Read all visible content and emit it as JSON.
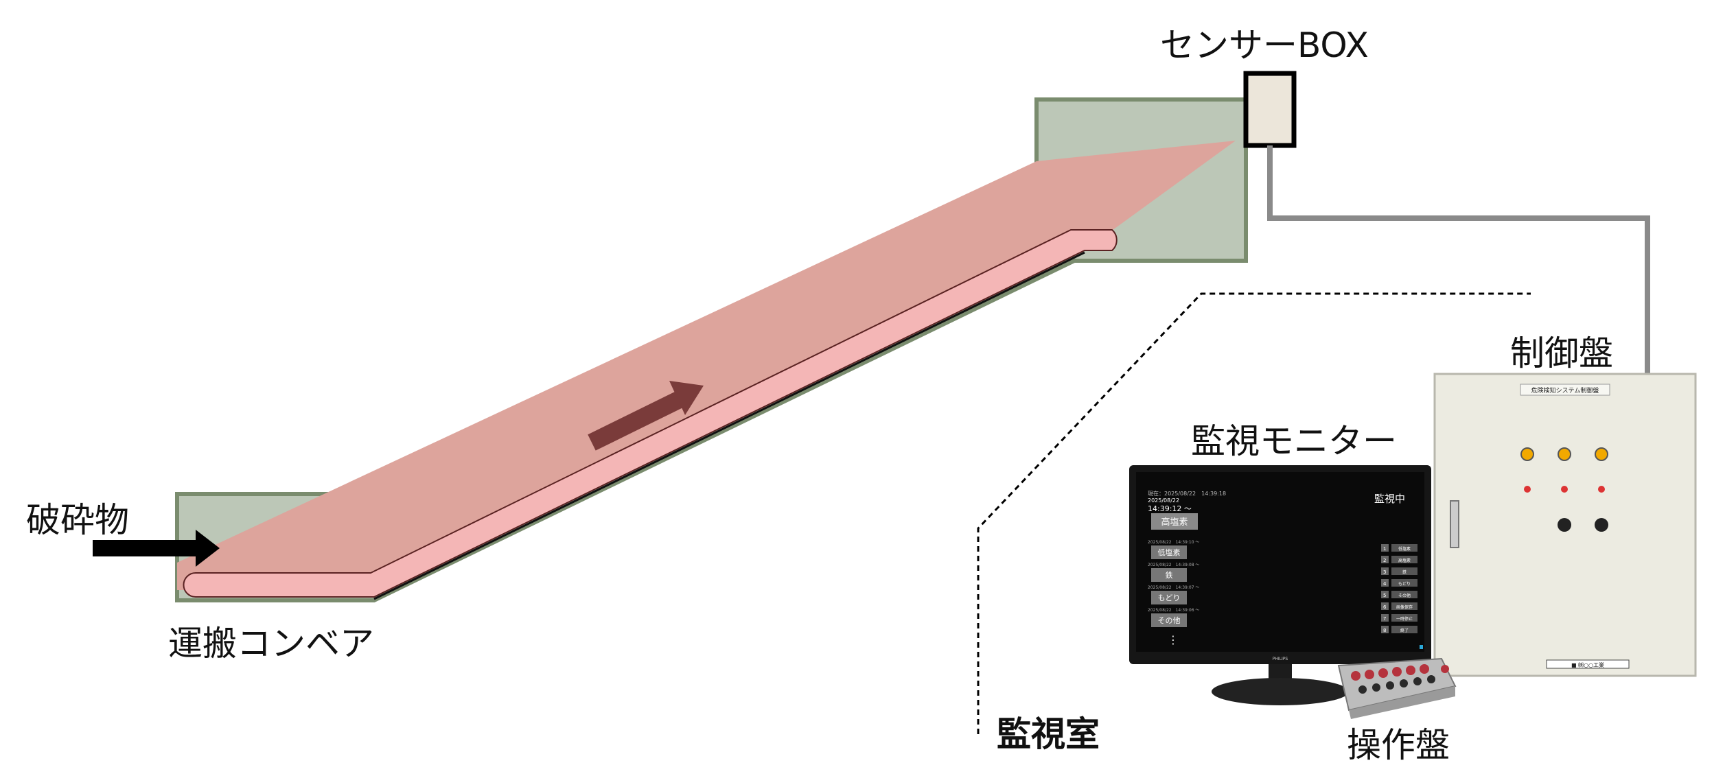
{
  "labels": {
    "sensor_box": "センサーBOX",
    "debris": "破砕物",
    "conveyor": "運搬コンベア",
    "control_panel": "制御盤",
    "monitor": "監視モニター",
    "monitor_room": "監視室",
    "operation_panel": "操作盤"
  },
  "monitor_screen": {
    "status": "監視中",
    "current_label": "現在：2025/08/22　14:39:18",
    "date": "2025/08/22",
    "time": "14:39:12 ～",
    "active_item": "高塩素",
    "history": [
      {
        "time": "2025/08/22　14:39:10 ～",
        "item": "低塩素"
      },
      {
        "time": "2025/08/22　14:39:08 ～",
        "item": "鉄"
      },
      {
        "time": "2025/08/22　14:39:07 ～",
        "item": "もどり"
      },
      {
        "time": "2025/08/22　14:39:06 ～",
        "item": "その他"
      }
    ],
    "more": "⋮",
    "menu": [
      {
        "no": "1",
        "label": "低塩素"
      },
      {
        "no": "2",
        "label": "高塩素"
      },
      {
        "no": "3",
        "label": "鉄"
      },
      {
        "no": "4",
        "label": "もどり"
      },
      {
        "no": "5",
        "label": "その他"
      },
      {
        "no": "6",
        "label": "画像保存"
      },
      {
        "no": "7",
        "label": "一時停止"
      },
      {
        "no": "8",
        "label": "終了"
      }
    ],
    "brand": "PHILIPS"
  },
  "control_panel": {
    "plate": "危険検知システム制御盤",
    "maker": "■ ㈱○○工業"
  },
  "colors": {
    "zone_green": "#bcc7b7",
    "zone_border": "#7a8c6e",
    "flow_red": "#dda49c",
    "belt_pink": "#f4b6b6",
    "arrow_dark": "#7a3b3a",
    "cable_gray": "#8a8a8a",
    "cabinet": "#ecebe1",
    "lamp_orange": "#f2a900",
    "lamp_red": "#d33"
  }
}
